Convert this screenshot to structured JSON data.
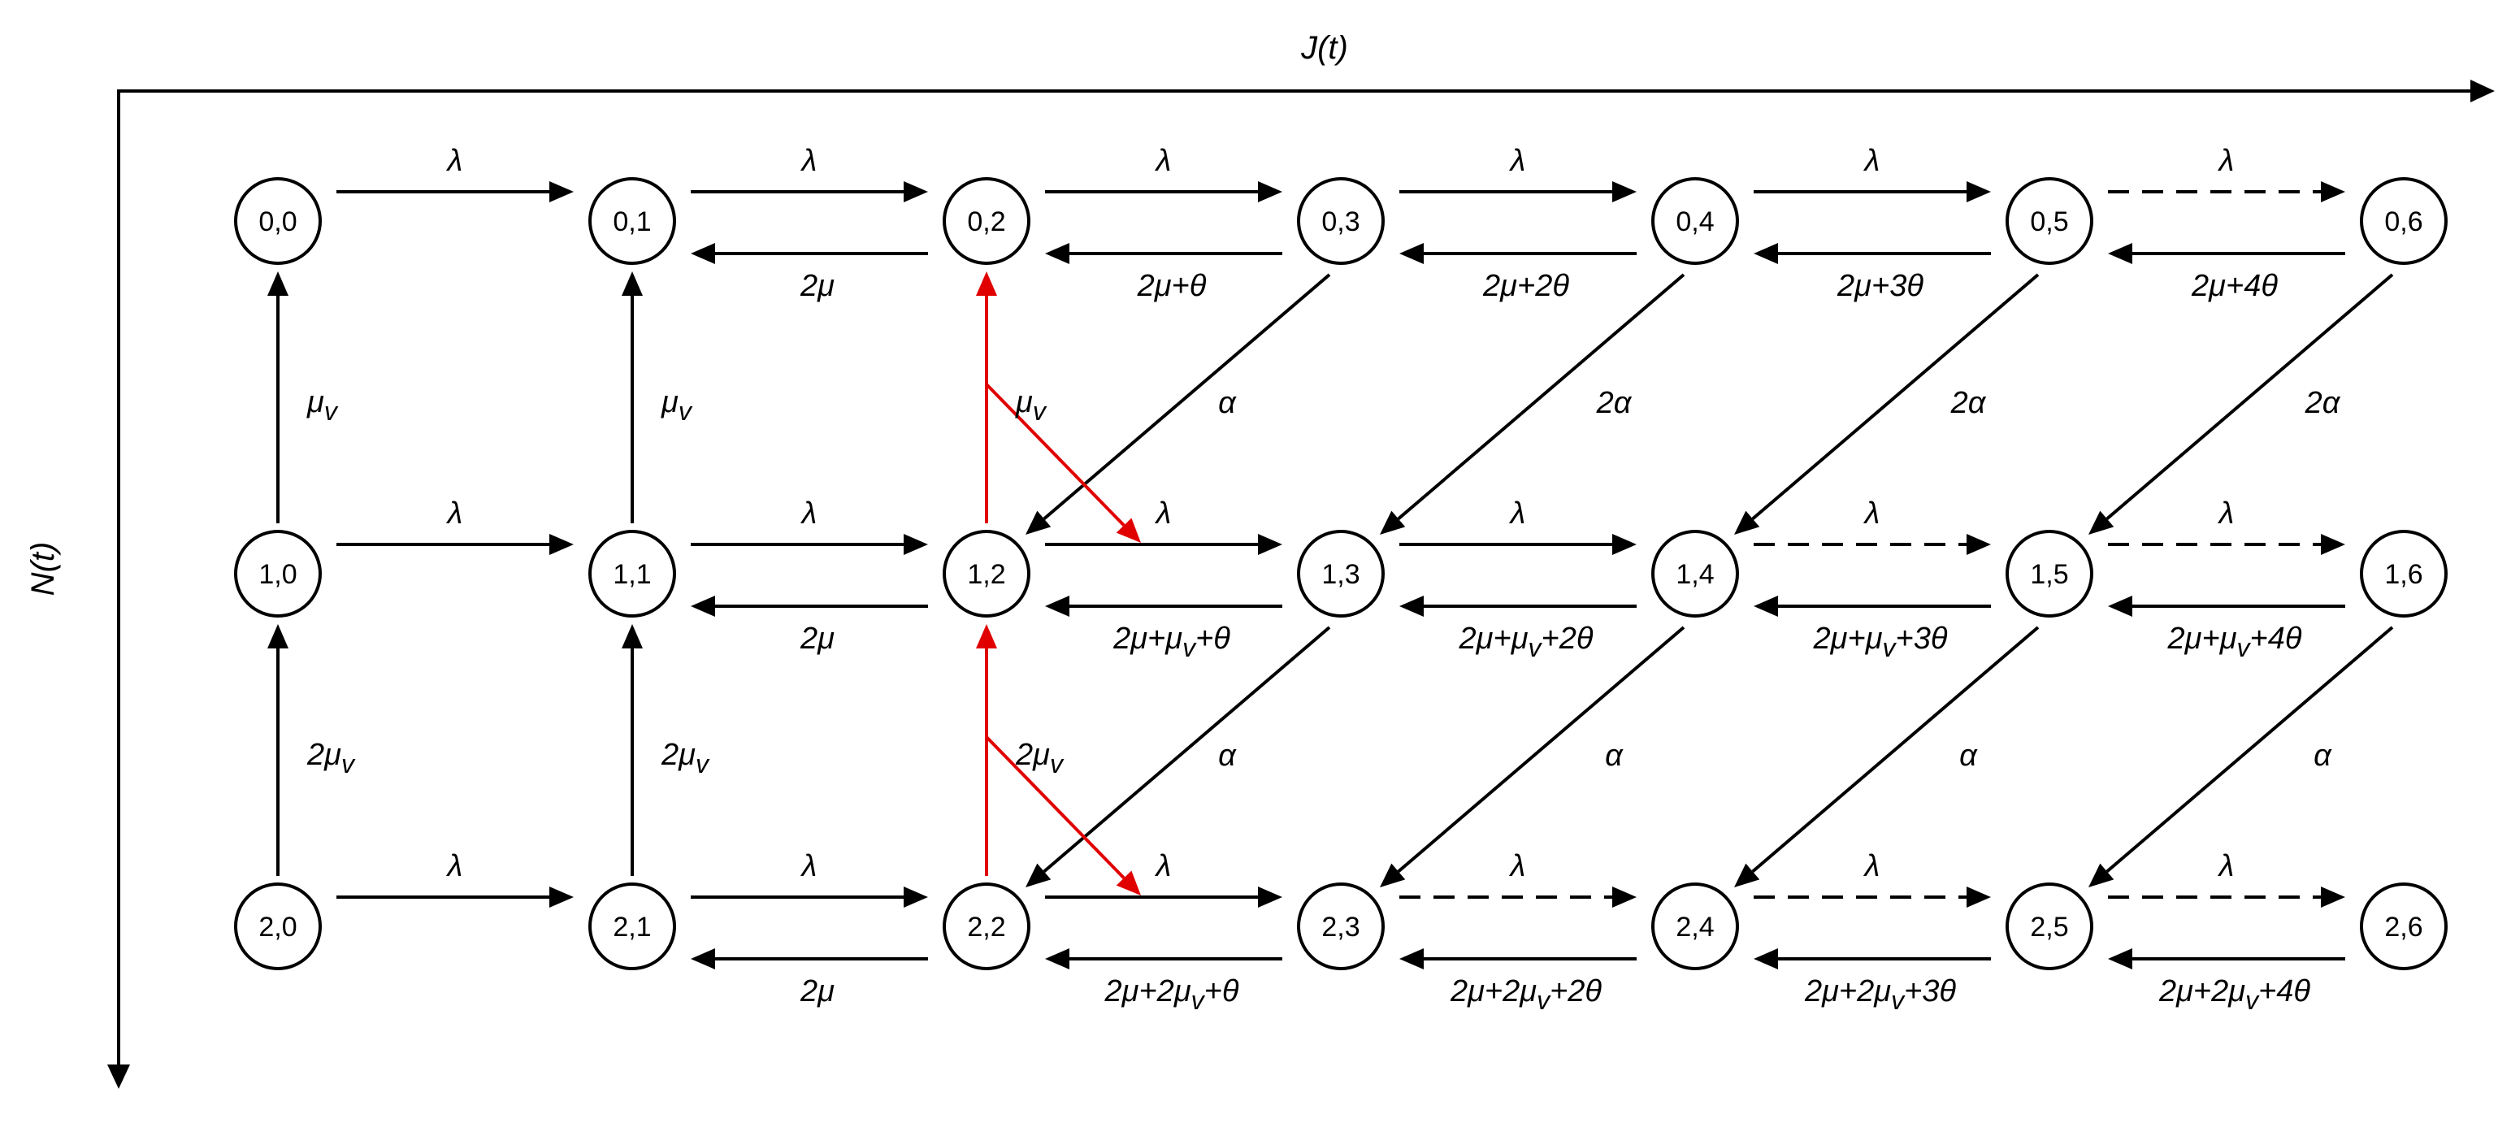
{
  "axes": {
    "horizontal": "J(t)",
    "vertical": "N(t)"
  },
  "colors": {
    "line": "#000000",
    "highlight": "#e00000",
    "background": "#ffffff"
  },
  "node_labels": [
    [
      "0,0",
      "0,1",
      "0,2",
      "0,3",
      "0,4",
      "0,5",
      "0,6"
    ],
    [
      "1,0",
      "1,1",
      "1,2",
      "1,3",
      "1,4",
      "1,5",
      "1,6"
    ],
    [
      "2,0",
      "2,1",
      "2,2",
      "2,3",
      "2,4",
      "2,5",
      "2,6"
    ]
  ],
  "forward_labels": [
    [
      "λ",
      "λ",
      "λ",
      "λ",
      "λ",
      "λ"
    ],
    [
      "λ",
      "λ",
      "λ",
      "λ",
      "λ",
      "λ"
    ],
    [
      "λ",
      "λ",
      "λ",
      "λ",
      "λ",
      "λ"
    ]
  ],
  "forward_dashed": [
    [
      false,
      false,
      false,
      false,
      false,
      true
    ],
    [
      false,
      false,
      false,
      false,
      true,
      true
    ],
    [
      false,
      false,
      false,
      true,
      true,
      true
    ]
  ],
  "backward_labels": [
    [
      "2μ",
      "2μ+θ",
      "2μ+2θ",
      "2μ+3θ",
      "2μ+4θ"
    ],
    [
      "2μ",
      "2μ+μv+θ",
      "2μ+μv+2θ",
      "2μ+μv+3θ",
      "2μ+μv+4θ"
    ],
    [
      "2μ",
      "2μ+2μv+θ",
      "2μ+2μv+2θ",
      "2μ+2μv+3θ",
      "2μ+2μv+4θ"
    ]
  ],
  "upward_labels": [
    [
      "μv",
      "μv",
      "μv"
    ],
    [
      "2μv",
      "2μv",
      "2μv"
    ]
  ],
  "diagonal_labels": [
    [
      "α",
      "2α",
      "2α",
      "2α"
    ],
    [
      "α",
      "α",
      "α",
      "α"
    ]
  ]
}
